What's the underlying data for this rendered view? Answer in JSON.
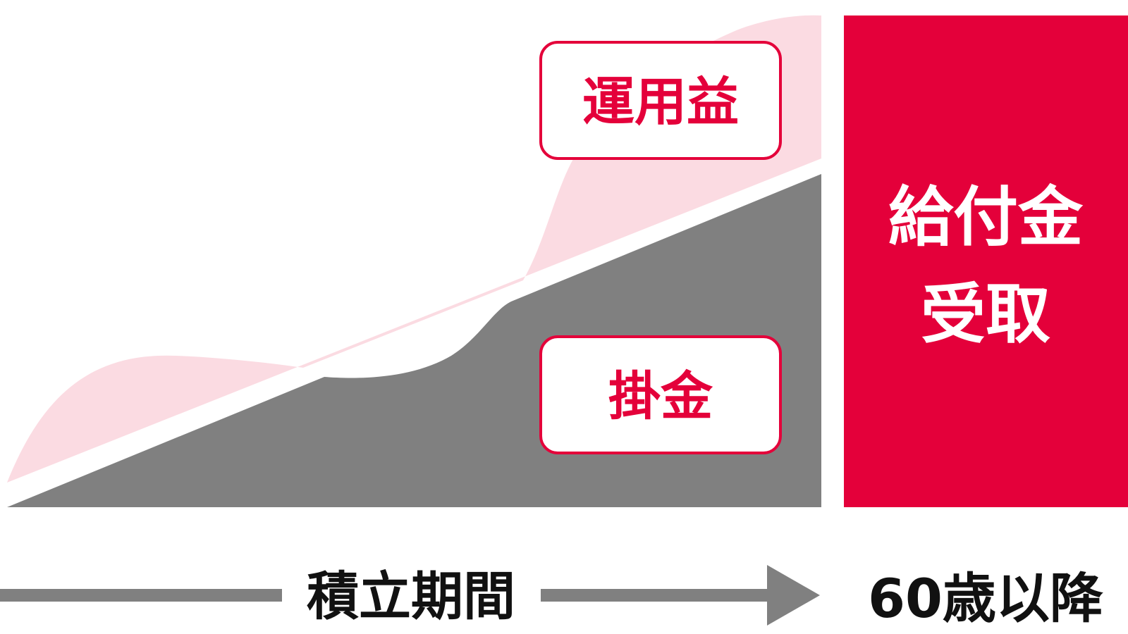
{
  "labels": {
    "investment_gain": "運用益",
    "contribution": "掛金",
    "benefit_line1": "給付金",
    "benefit_line2": "受取",
    "accumulation_period": "積立期間",
    "age_after": "60歳以降"
  },
  "colors": {
    "accent_red": "#e4003a",
    "gain_pink": "#fbdbe2",
    "contribution_gray": "#808080",
    "arrow_gray": "#808080",
    "text_dark": "#111111",
    "white": "#ffffff"
  }
}
